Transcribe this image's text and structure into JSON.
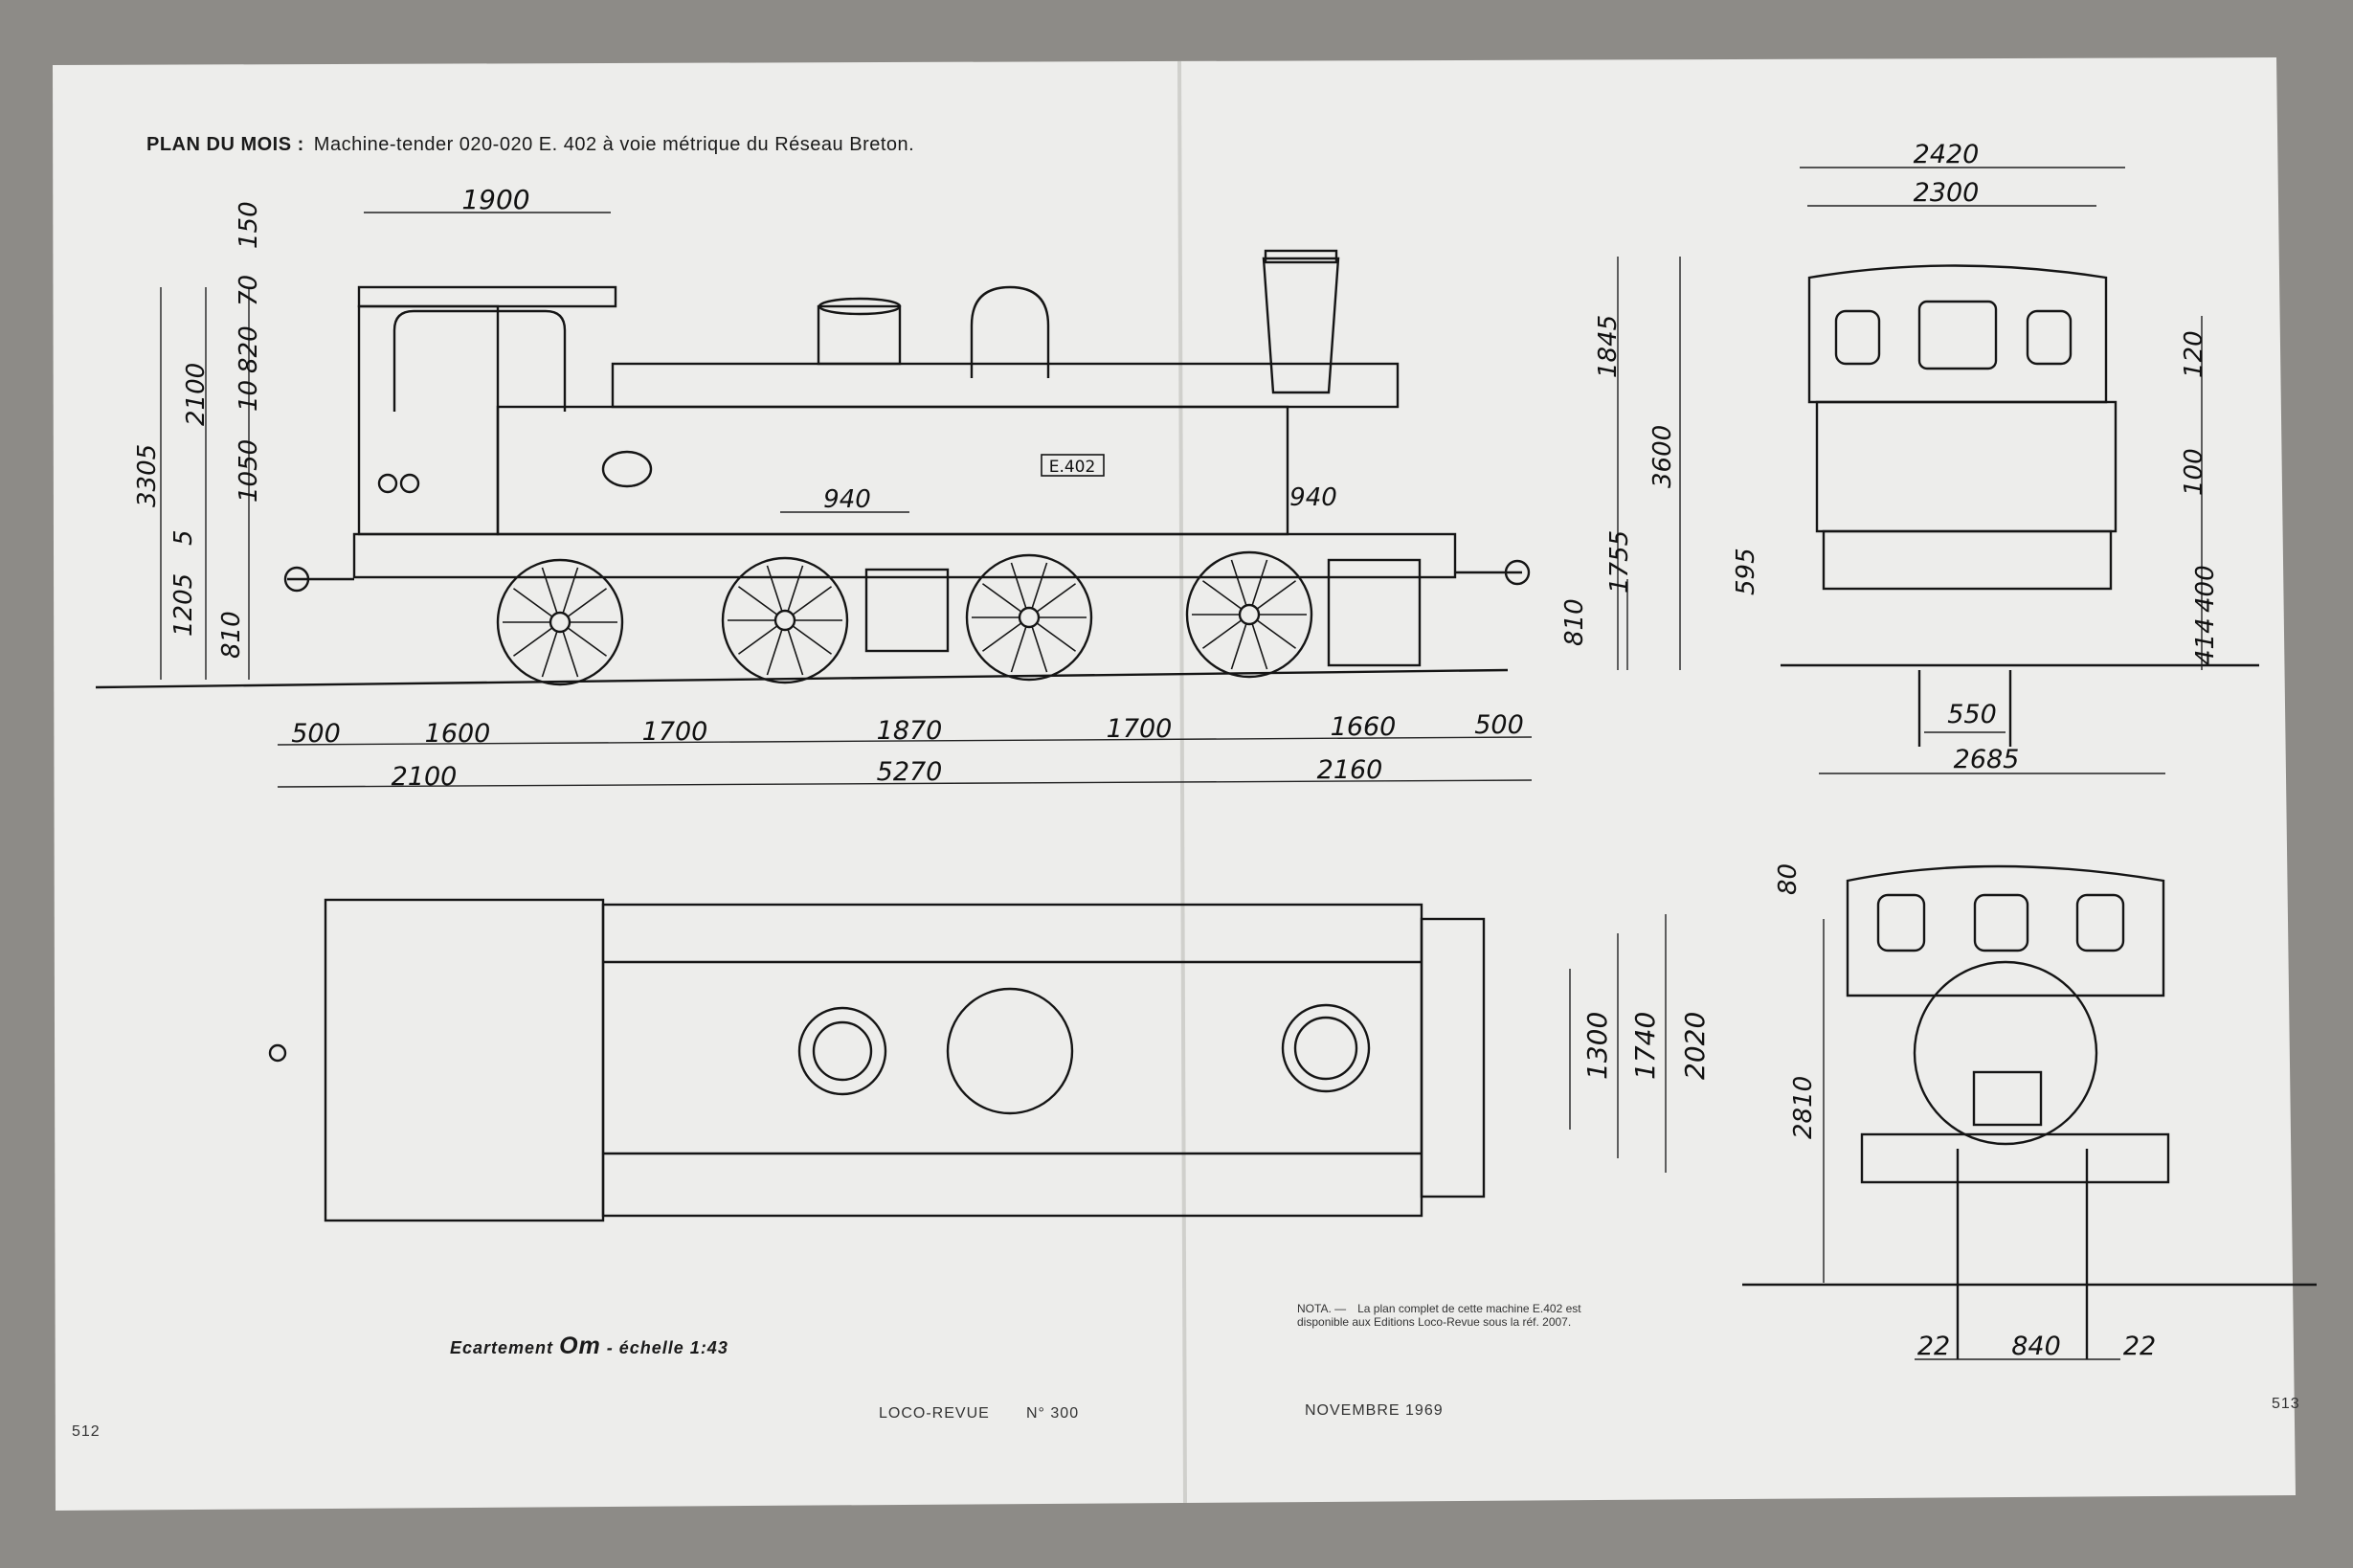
{
  "header": {
    "label": "PLAN DU MOIS :",
    "description": "Machine-tender 020-020 E. 402  à voie métrique du Réseau Breton."
  },
  "side_view": {
    "plate": "E.402",
    "dimensions_top": {
      "cab_width": "1900"
    },
    "heights_left": [
      "150",
      "70",
      "820",
      "10",
      "1050",
      "5",
      "810",
      "1205",
      "2100",
      "3305"
    ],
    "heights_right": [
      "1845",
      "3600",
      "1755",
      "810"
    ],
    "inner": [
      "940",
      "940"
    ],
    "dimensions_bottom_row1": [
      "500",
      "1600",
      "1700",
      "1870",
      "1700",
      "1660",
      "500"
    ],
    "dimensions_bottom_row2": [
      "2100",
      "5270",
      "2160"
    ]
  },
  "end_view_rear": {
    "widths_top": [
      "2420",
      "2300"
    ],
    "right": [
      "120",
      "100",
      "400",
      "414"
    ],
    "left": [
      "595"
    ],
    "bottom": [
      "550",
      "2685"
    ]
  },
  "plan_view": {
    "widths": [
      "1300",
      "1740",
      "2020"
    ]
  },
  "end_view_front": {
    "left": [
      "80",
      "2810"
    ],
    "bottom": [
      "22",
      "840",
      "22"
    ]
  },
  "gauge": {
    "prefix": "Ecartement",
    "gauge_value": "Om",
    "suffix": "- échelle 1:43"
  },
  "nota": {
    "label": "NOTA. —",
    "text": "La plan complet de cette machine E.402 est disponible aux Editions Loco-Revue sous la réf. 2007."
  },
  "footer": {
    "page_left": "512",
    "journal": "LOCO-REVUE",
    "issue": "N° 300",
    "date": "NOVEMBRE  1969",
    "page_right": "513"
  },
  "colors": {
    "ink": "#1a1a1a",
    "paper": "#eeeeec",
    "backdrop": "#8d8b87"
  }
}
